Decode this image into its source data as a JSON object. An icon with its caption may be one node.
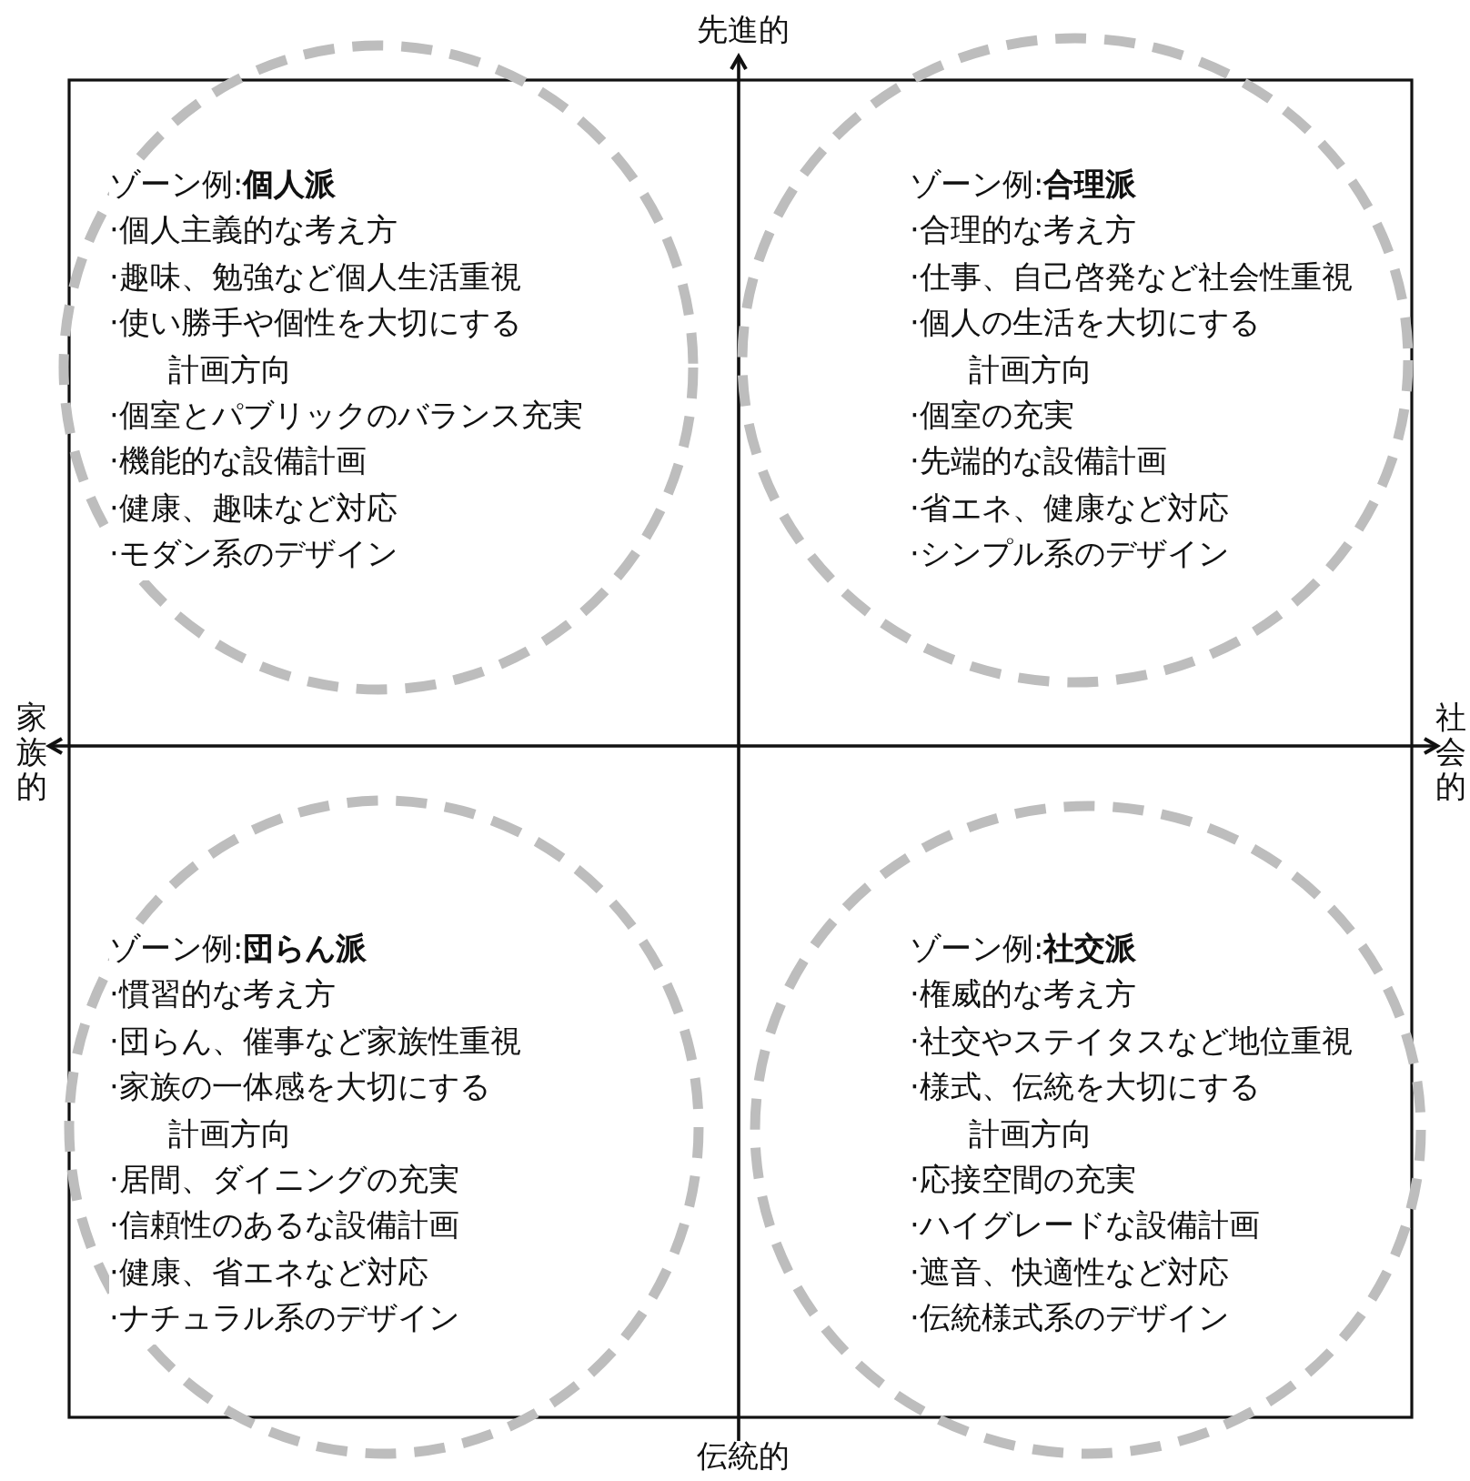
{
  "diagram": {
    "nodes": [
      {
        "text": [
          "ゾーン例:**個人派**",
          "·個人主義的な考え方",
          "·趣味、勉強など個人生活重視",
          "·使い勝手や個性を大切にする計画方向",
          "·個室とパブリックのバランス充実",
          "·機能的な設備計画",
          "·健康、趣味など対応",
          "·モダン系のデザイン"
        ]
      },
      {
        "text": [
          "ゾーン例:**合理派**",
          "·合理的な考え方",
          "·仕事、自己啓発など社会性重視",
          "·個人の生活を大切にする計画方向",
          "·個室の充実",
          "·先端的な設備計画",
          "·省エネ、健康など対応",
          "·シンプル系のデザイン"
        ]
      },
      {
        "text": [
          "ゾーン例:**団らん派**",
          "·慣習的な考え方",
          "·団らん、催事など家族性重視",
          "·家族の一体感を大切にする計画方向",
          "·居間、ダイニングの充実",
          "·信頼性のあるな設備計画",
          "·健康、省エネなど対応",
          "·ナチュラル系のデザイン"
        ]
      },
      {
        "text": [
          "ゾーン例:**社交派**",
          "·権威的な考え方",
          "·社交やステイタスなど地位重視",
          "·様式、伝統を大切にする計画方向",
          "·応接空間の充実",
          "·ハイグレードな設備計画",
          "·遮音、快適性など対応",
          "·伝統様式系のデザイン"
        ]
      }
    ],
    "edges": [],
    "labels": [
      "先進的",
      "家族的",
      "社会的",
      "伝統的"
    ]
  }
}
